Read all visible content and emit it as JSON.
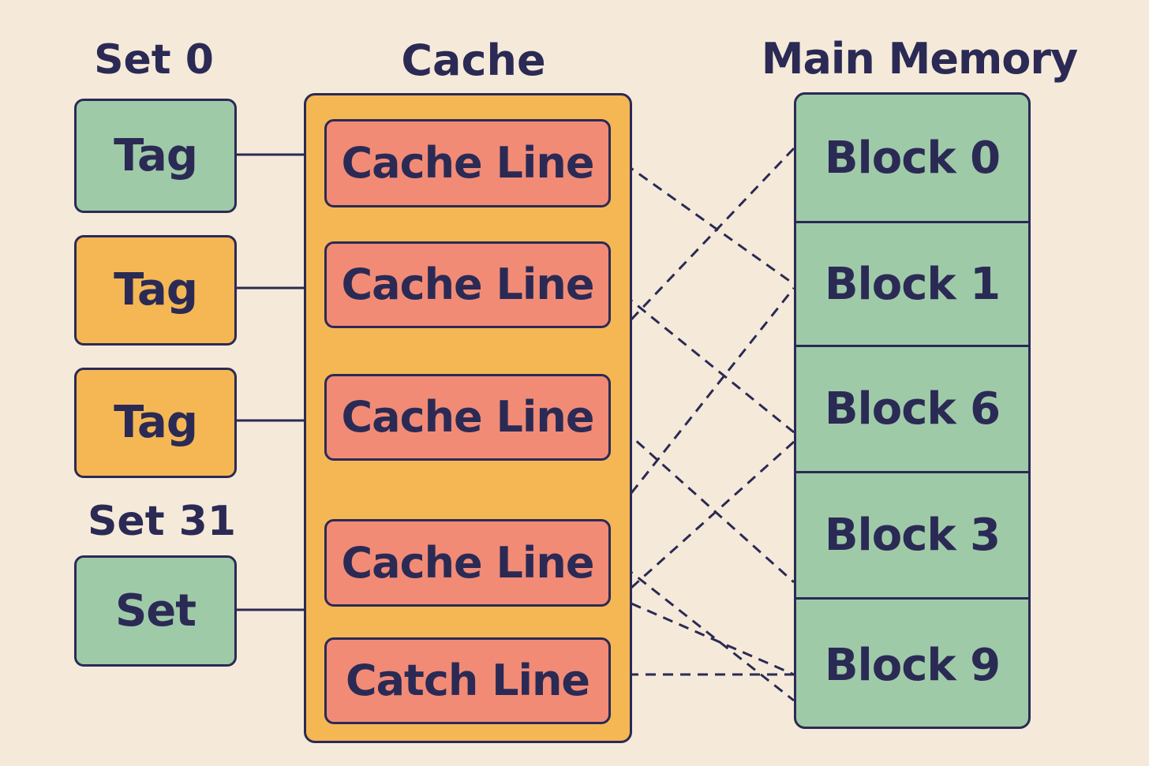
{
  "headings": {
    "set_0": "Set 0",
    "cache": "Cache",
    "main_memory": "Main Memory",
    "set_31": "Set 31"
  },
  "tags": [
    {
      "label": "Tag",
      "color": "#9fcaa8"
    },
    {
      "label": "Tag",
      "color": "#f4b754"
    },
    {
      "label": "Tag",
      "color": "#f4b754"
    },
    {
      "label": "Set",
      "color": "#9fcaa8"
    }
  ],
  "cache_lines": [
    {
      "label": "Cache Line"
    },
    {
      "label": "Cache Line"
    },
    {
      "label": "Cache Line"
    },
    {
      "label": "Cache Line"
    },
    {
      "label": "Catch Line"
    }
  ],
  "memory_blocks": [
    {
      "label": "Block 0"
    },
    {
      "label": "Block 1"
    },
    {
      "label": "Block 6"
    },
    {
      "label": "Block 3"
    },
    {
      "label": "Block 9"
    }
  ],
  "colors": {
    "background": "#f5ead9",
    "ink": "#2b2a55",
    "green": "#9fcaa8",
    "orange": "#f4b754",
    "red": "#f18b76"
  }
}
